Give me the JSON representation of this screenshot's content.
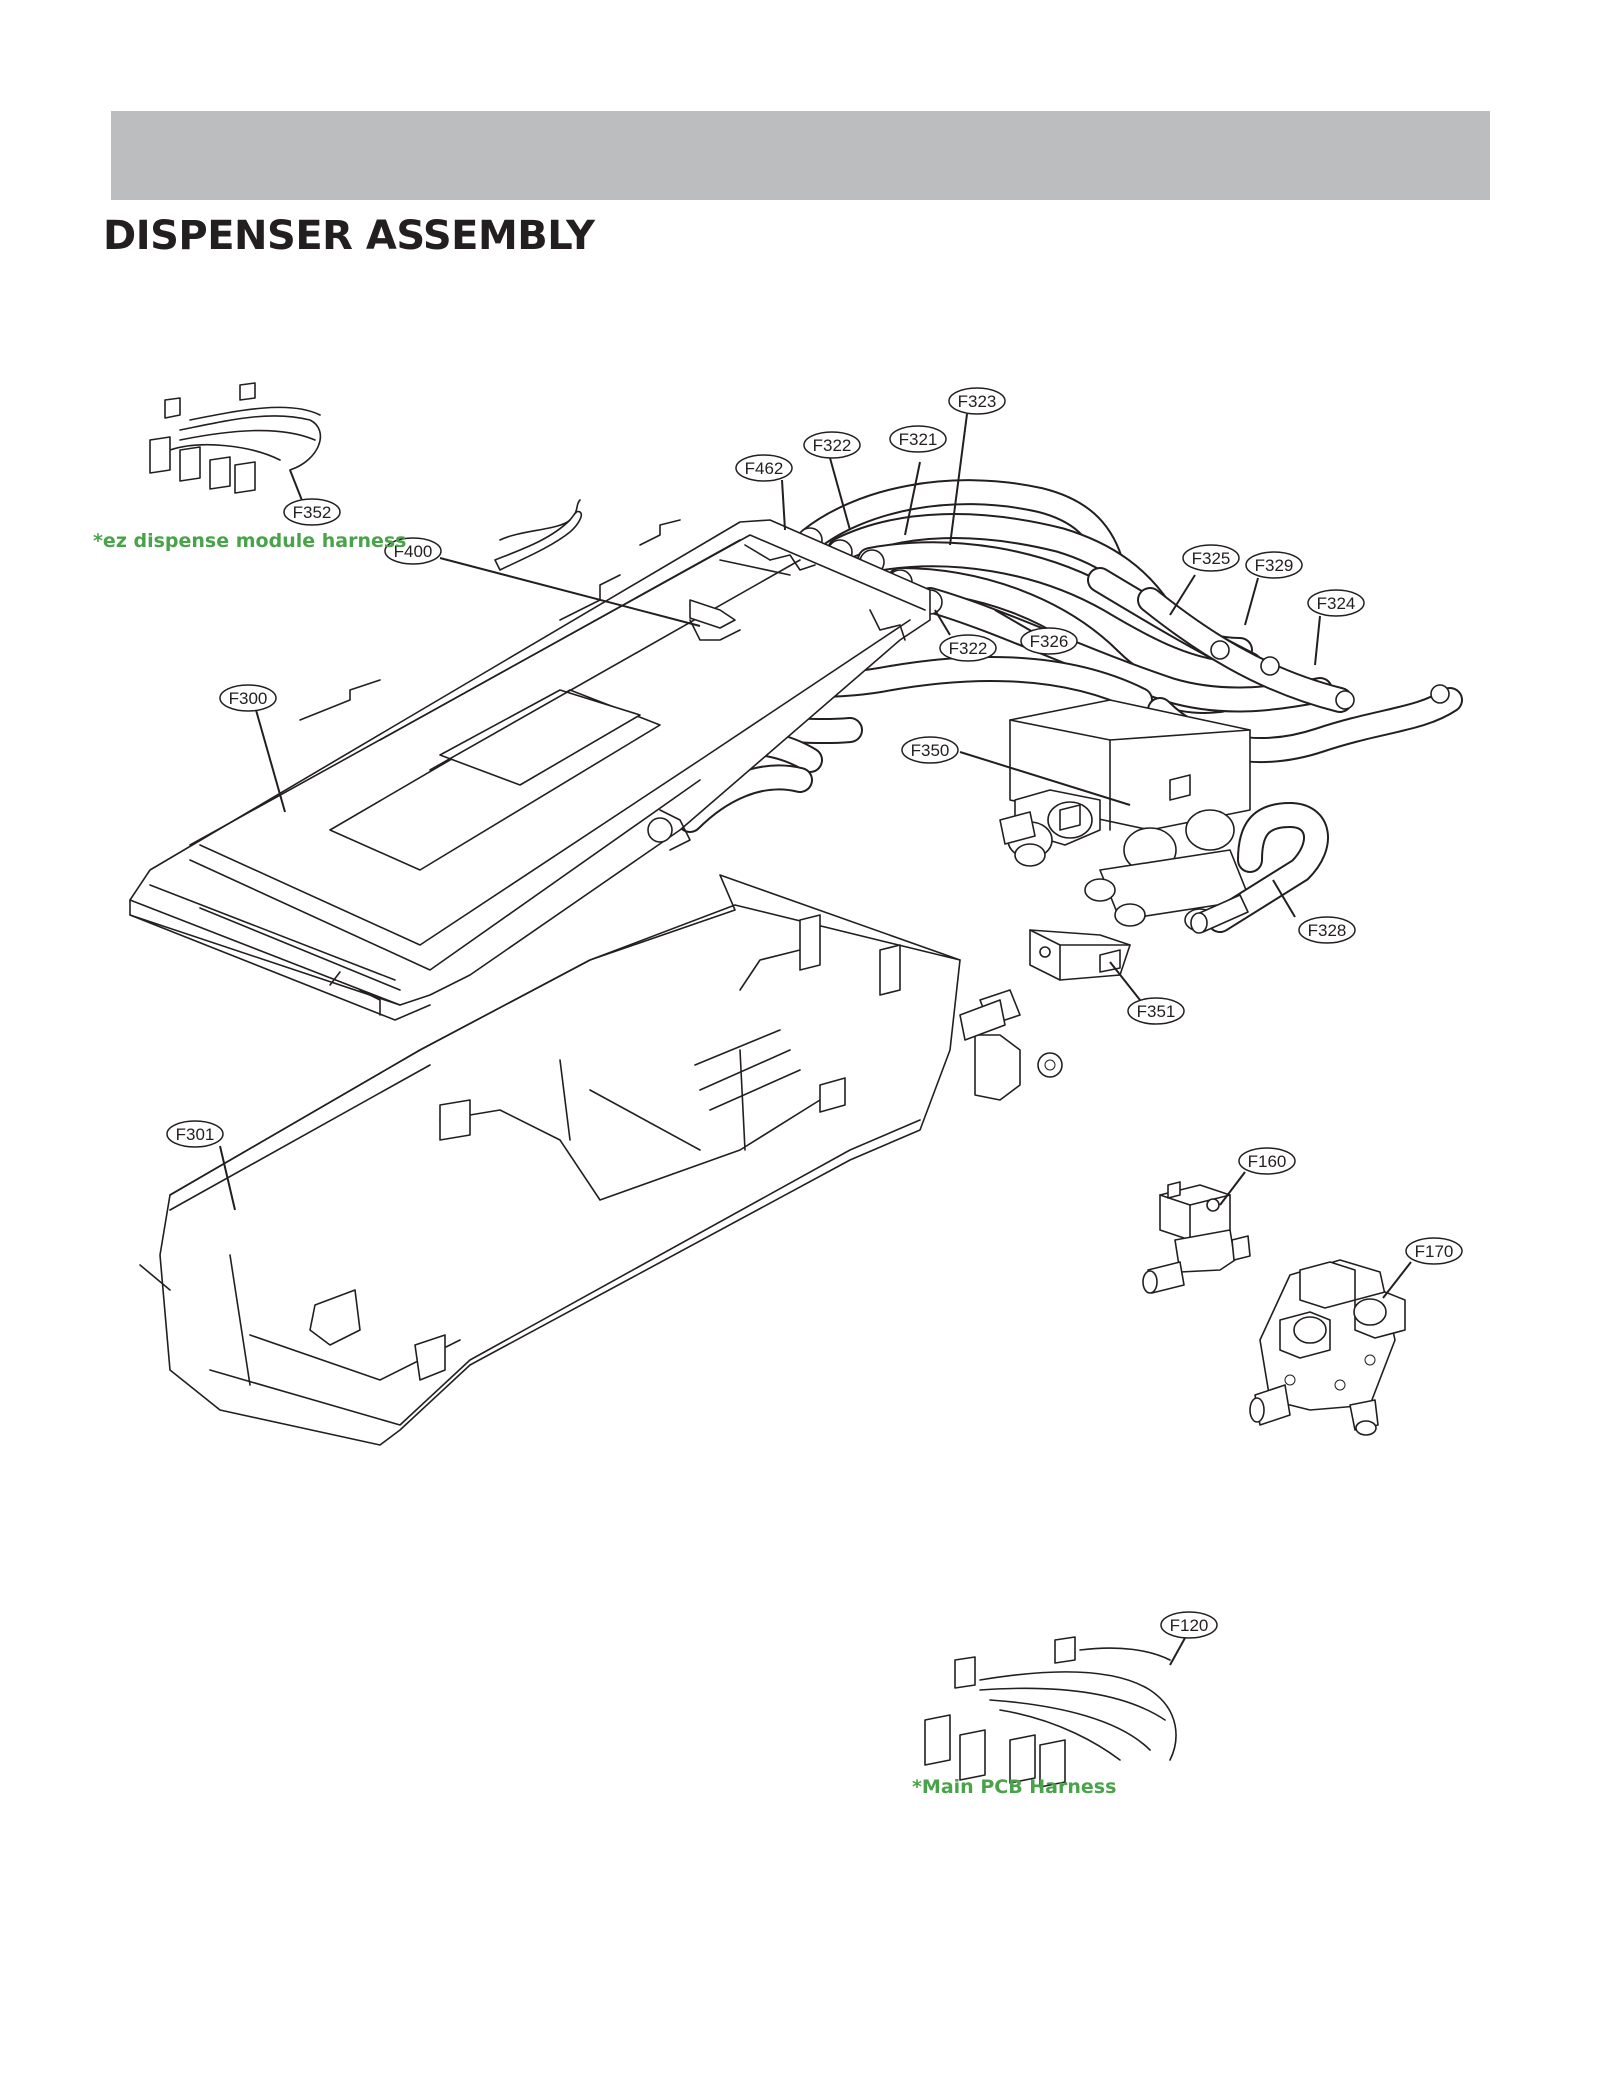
{
  "title": "DISPENSER ASSEMBLY",
  "colors": {
    "header_bar": "#bcbdbf",
    "harness_label": "#4aa34a",
    "line": "#231f20"
  },
  "harness_labels": {
    "ez_dispense": "*ez dispense module harness",
    "main_pcb": "*Main PCB Harness"
  },
  "callouts": {
    "f323": "F323",
    "f322_top": "F322",
    "f321": "F321",
    "f462": "F462",
    "f352": "F352",
    "f400": "F400",
    "f325": "F325",
    "f329": "F329",
    "f324": "F324",
    "f322_mid": "F322",
    "f326": "F326",
    "f300": "F300",
    "f350": "F350",
    "f328": "F328",
    "f351": "F351",
    "f301": "F301",
    "f160": "F160",
    "f170": "F170",
    "f120": "F120"
  }
}
